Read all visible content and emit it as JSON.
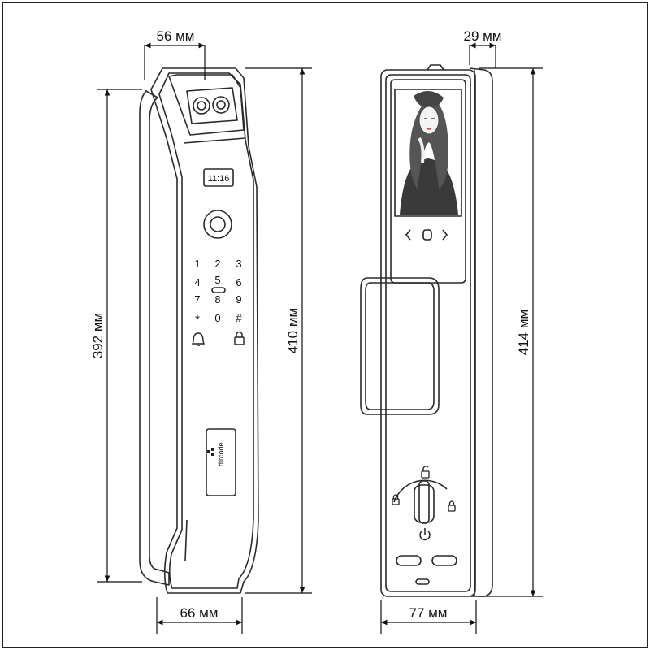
{
  "dimensions": {
    "front_top_width": "56 мм",
    "front_height_inner": "392 мм",
    "front_height_outer": "410 мм",
    "front_bottom_width": "66 мм",
    "back_top_depth": "29 мм",
    "back_height": "414 мм",
    "back_bottom_width": "77 мм"
  },
  "front_lock": {
    "clock": "11:16",
    "keypad": [
      "1",
      "2",
      "3",
      "4",
      "5",
      "6",
      "7",
      "8",
      "9",
      "*",
      "0",
      "#"
    ],
    "brand": "dircode"
  },
  "icons": {
    "doorbell": "bell-icon",
    "lock": "padlock-icon",
    "power": "power-icon",
    "nav_left": "chevron-left-icon",
    "nav_home": "square-icon",
    "nav_right": "chevron-right-icon"
  }
}
